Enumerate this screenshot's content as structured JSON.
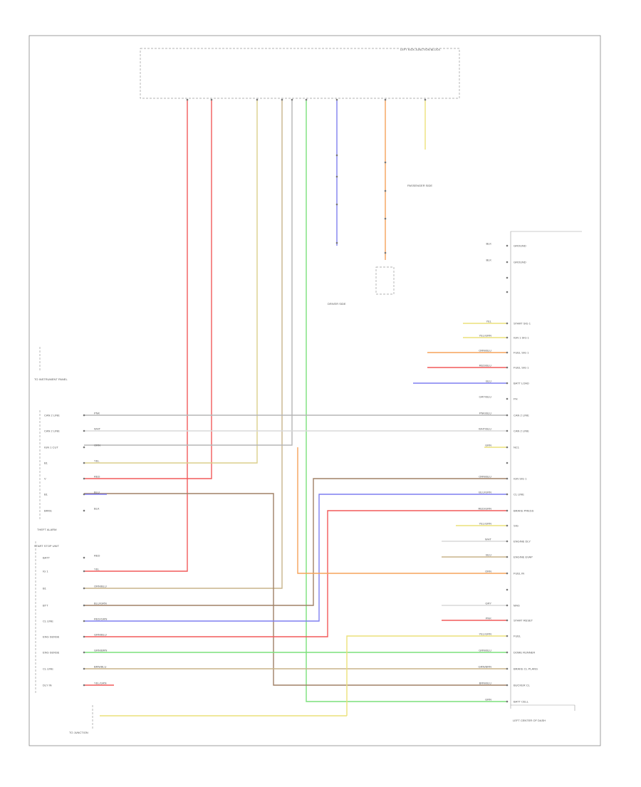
{
  "diagram": {
    "footer_code": "",
    "top_module": {
      "title": "LEFT KICK JUNCTION BLOCK",
      "col1": "",
      "col2": "",
      "col3": "",
      "col4": "",
      "col5": "",
      "col6": "",
      "col7": ""
    },
    "right_module": {
      "name": "LEFT CENTER OF DASH",
      "labels": [
        "GROUND",
        "GROUND",
        "",
        "",
        "START SIG 1",
        "IGN 1 SIG 1",
        "FUEL SIG 1",
        "FUEL SIG 1",
        "BATT LOAD",
        "PH",
        "CAN 2 LINE",
        "CAN 2 LINE",
        "NC1",
        "",
        "IGN SIG 1",
        "CL LINE",
        "BRAKE PRESS",
        "SIG",
        "ENGINE DLY",
        "ENGINE EVAP",
        "FUEL IN",
        "",
        "MAS",
        "START RESET",
        "FUEL",
        "DOME RUNNER",
        "BRAKE CL PLANS",
        "BUCKER CL",
        "BATT CELL"
      ],
      "wires": [
        "BLK",
        "BLK",
        "",
        "",
        "YEL",
        "YEL/GRN",
        "ORN/BLU",
        "RED/BLU",
        "BLU",
        "GRY/BLU",
        "PNK/BLU",
        "WHT/BLU",
        "GRN",
        "",
        "ORN/BLU",
        "BLU/GRN",
        "RED/GRN",
        "YEL/GRN",
        "WHT",
        "BLU",
        "ORN",
        "",
        "GRY",
        "PNK",
        "YEL/GRN",
        "GRN/BLU",
        "GRN/BRN",
        "BRN/BLU",
        "GRN"
      ]
    },
    "left_connector": {
      "name": "THEFT ALARM",
      "rows": [
        "CAN 2 LINE",
        "CAN 2 LINE",
        "IGN 1 CUT",
        "B1",
        "V",
        "B1",
        "BRKE"
      ],
      "wires": [
        "PNK",
        "WHT",
        "ORN",
        "YEL",
        "RED",
        "BLU",
        "BLK"
      ]
    },
    "bottom_module": {
      "name": "START STOP UNIT",
      "rows": [
        "BATT",
        "IG 1",
        "B1",
        "BTT",
        "CL LINE",
        "ENG SENSE",
        "ENG SENSE",
        "CL LINE",
        "DLY IN"
      ],
      "wires": [
        "RED",
        "YEL",
        "ORN/BLU",
        "BLU/GRN",
        "RED/GRN",
        "GRN/BLU",
        "GRN/BRN",
        "BRN/BLU",
        "YEL/GRN"
      ]
    },
    "side_notes": {
      "left_top": "TO INSTRUMENT PANEL",
      "left_bottom": "TO JUNCTION",
      "right_top": "PASSENGER SIDE",
      "right_mid": "DRIVER SIDE"
    }
  }
}
